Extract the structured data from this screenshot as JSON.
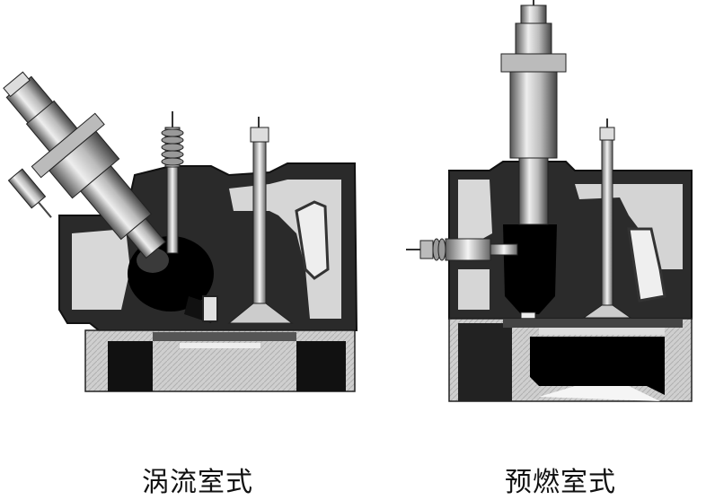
{
  "figures": [
    {
      "id": "swirl",
      "caption": "涡流室式"
    },
    {
      "id": "precombustion",
      "caption": "预燃室式"
    }
  ]
}
